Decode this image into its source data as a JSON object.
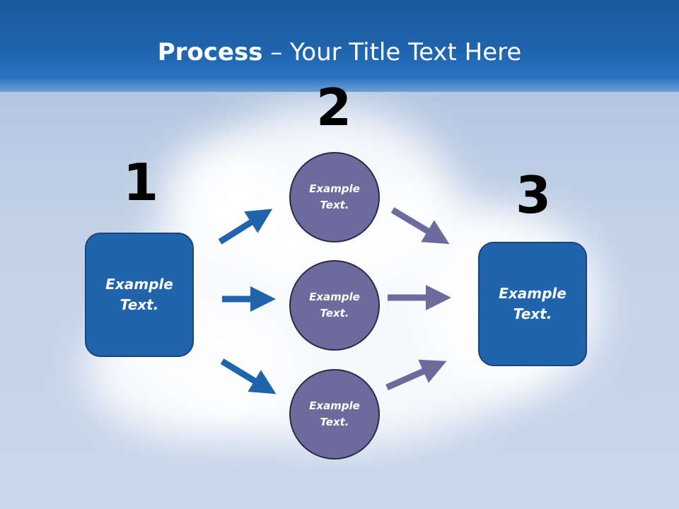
{
  "title": {
    "bold": "Process",
    "rest": " – Your Title Text Here"
  },
  "steps": [
    {
      "number": "1",
      "text": "Example Text."
    },
    {
      "number": "2",
      "items": [
        "Example Text.",
        "Example Text.",
        "Example Text."
      ]
    },
    {
      "number": "3",
      "text": "Example Text."
    }
  ],
  "colors": {
    "header": "#1e64ae",
    "box": "#2064ae",
    "circle": "#6d6b9e",
    "arrow_left": "#2064ae",
    "arrow_right": "#6d6b9e"
  }
}
